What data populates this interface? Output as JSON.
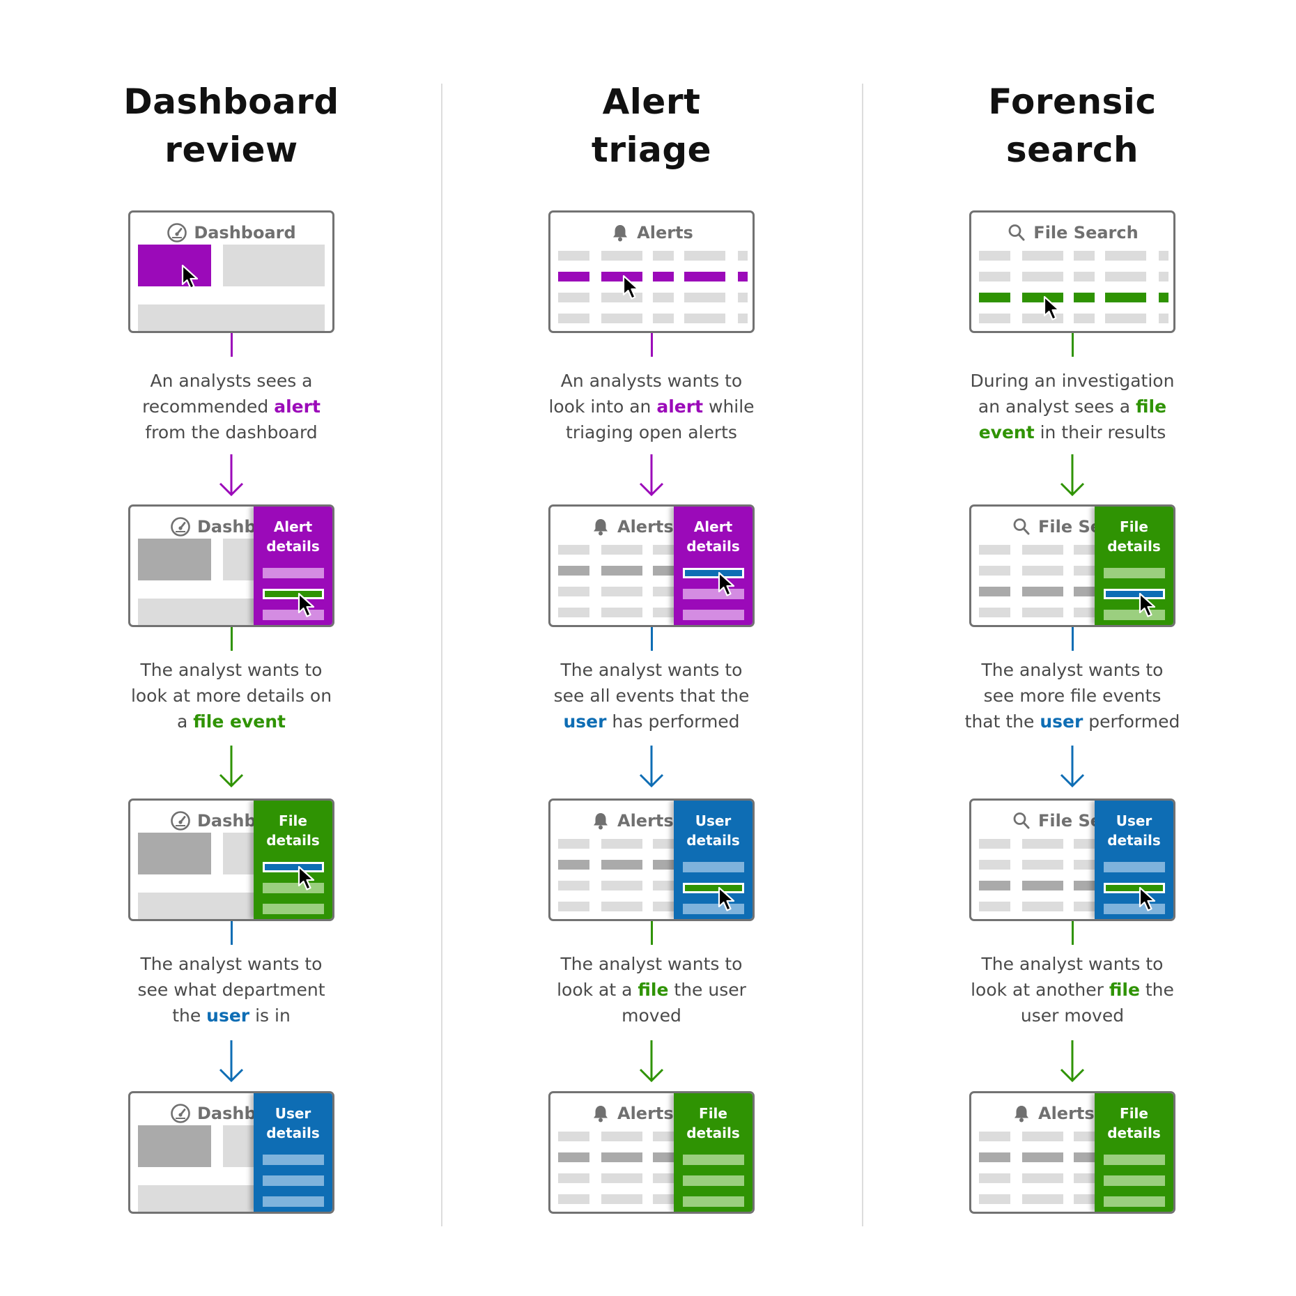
{
  "colors": {
    "purple": "#9b0ab9",
    "purple_light": "#d48ce2",
    "green": "#2f9303",
    "green_light": "#9bcf7f",
    "blue": "#0e6db4",
    "blue_light": "#7fb3dc",
    "gray_light": "#dcdcdc",
    "gray_dark": "#aaaaaa",
    "frame_border": "#727272",
    "caption_text": "#4a4a4a"
  },
  "columns": [
    {
      "title": [
        "Dashboard",
        "review"
      ],
      "steps": [
        {
          "frame": {
            "icon": "dashboard-gauge-icon",
            "label": "Dashboard",
            "layout": "dashboard",
            "highlight": "purple",
            "panel": null
          },
          "connector": "purple",
          "caption": [
            [
              {
                "t": "An analysts sees a"
              }
            ],
            [
              {
                "t": "recommended "
              },
              {
                "t": "alert",
                "c": "purple"
              }
            ],
            [
              {
                "t": "from the dashboard"
              }
            ]
          ],
          "arrow": "purple"
        },
        {
          "frame": {
            "icon": "dashboard-gauge-icon",
            "label": "Dashboard",
            "layout": "dashboard",
            "highlight": null,
            "panel": {
              "title": [
                "Alert",
                "details"
              ],
              "color": "purple",
              "selected_bar": 1,
              "selected_color": "green"
            }
          },
          "connector": "green",
          "caption": [
            [
              {
                "t": "The analyst wants to"
              }
            ],
            [
              {
                "t": "look at more details on"
              }
            ],
            [
              {
                "t": "a "
              },
              {
                "t": "file event",
                "c": "green"
              }
            ]
          ],
          "arrow": "green"
        },
        {
          "frame": {
            "icon": "dashboard-gauge-icon",
            "label": "Dashboard",
            "layout": "dashboard",
            "highlight": null,
            "panel": {
              "title": [
                "File",
                "details"
              ],
              "color": "green",
              "selected_bar": 0,
              "selected_color": "blue"
            }
          },
          "connector": "blue",
          "caption": [
            [
              {
                "t": "The analyst wants to"
              }
            ],
            [
              {
                "t": "see what department"
              }
            ],
            [
              {
                "t": "the "
              },
              {
                "t": "user",
                "c": "blue"
              },
              {
                "t": " is in"
              }
            ]
          ],
          "arrow": "blue"
        },
        {
          "frame": {
            "icon": "dashboard-gauge-icon",
            "label": "Dashboard",
            "layout": "dashboard",
            "highlight": null,
            "panel": {
              "title": [
                "User",
                "details"
              ],
              "color": "blue",
              "selected_bar": null,
              "selected_color": null
            }
          }
        }
      ]
    },
    {
      "title": [
        "Alert",
        "triage"
      ],
      "steps": [
        {
          "frame": {
            "icon": "bell-icon",
            "label": "Alerts",
            "layout": "table",
            "highlight": "purple",
            "highlight_row": 1,
            "panel": null
          },
          "connector": "purple",
          "caption": [
            [
              {
                "t": "An analysts wants to"
              }
            ],
            [
              {
                "t": "look into an "
              },
              {
                "t": "alert",
                "c": "purple"
              },
              {
                "t": " while"
              }
            ],
            [
              {
                "t": "triaging open alerts"
              }
            ]
          ],
          "arrow": "purple"
        },
        {
          "frame": {
            "icon": "bell-icon",
            "label": "Alerts",
            "layout": "table",
            "highlight": null,
            "dark_row": 1,
            "panel": {
              "title": [
                "Alert",
                "details"
              ],
              "color": "purple",
              "selected_bar": 0,
              "selected_color": "blue"
            }
          },
          "connector": "blue",
          "caption": [
            [
              {
                "t": "The analyst wants to"
              }
            ],
            [
              {
                "t": "see all events that the"
              }
            ],
            [
              {
                "t": "user",
                "c": "blue"
              },
              {
                "t": " has performed"
              }
            ]
          ],
          "arrow": "blue"
        },
        {
          "frame": {
            "icon": "bell-icon",
            "label": "Alerts",
            "layout": "table",
            "highlight": null,
            "dark_row": 1,
            "panel": {
              "title": [
                "User",
                "details"
              ],
              "color": "blue",
              "selected_bar": 1,
              "selected_color": "green"
            }
          },
          "connector": "green",
          "caption": [
            [
              {
                "t": "The analyst wants to"
              }
            ],
            [
              {
                "t": "look at a "
              },
              {
                "t": "file",
                "c": "green"
              },
              {
                "t": " the user"
              }
            ],
            [
              {
                "t": "moved"
              }
            ]
          ],
          "arrow": "green"
        },
        {
          "frame": {
            "icon": "bell-icon",
            "label": "Alerts",
            "layout": "table",
            "highlight": null,
            "dark_row": 1,
            "panel": {
              "title": [
                "File",
                "details"
              ],
              "color": "green",
              "selected_bar": null,
              "selected_color": null
            }
          }
        }
      ]
    },
    {
      "title": [
        "Forensic",
        "search"
      ],
      "steps": [
        {
          "frame": {
            "icon": "search-icon",
            "label": "File Search",
            "layout": "table",
            "highlight": "green",
            "highlight_row": 2,
            "panel": null
          },
          "connector": "green",
          "caption": [
            [
              {
                "t": "During an investigation"
              }
            ],
            [
              {
                "t": "an analyst sees a "
              },
              {
                "t": "file",
                "c": "green"
              }
            ],
            [
              {
                "t": "event",
                "c": "green"
              },
              {
                "t": " in their results"
              }
            ]
          ],
          "arrow": "green"
        },
        {
          "frame": {
            "icon": "search-icon",
            "label": "File Search",
            "layout": "table",
            "highlight": null,
            "dark_row": 2,
            "panel": {
              "title": [
                "File",
                "details"
              ],
              "color": "green",
              "selected_bar": 1,
              "selected_color": "blue"
            }
          },
          "connector": "blue",
          "caption": [
            [
              {
                "t": "The analyst wants to"
              }
            ],
            [
              {
                "t": "see more file events"
              }
            ],
            [
              {
                "t": "that the "
              },
              {
                "t": "user",
                "c": "blue"
              },
              {
                "t": " performed"
              }
            ]
          ],
          "arrow": "blue"
        },
        {
          "frame": {
            "icon": "search-icon",
            "label": "File Search",
            "layout": "table",
            "highlight": null,
            "dark_row": 2,
            "panel": {
              "title": [
                "User",
                "details"
              ],
              "color": "blue",
              "selected_bar": 1,
              "selected_color": "green"
            }
          },
          "connector": "green",
          "caption": [
            [
              {
                "t": "The analyst wants to"
              }
            ],
            [
              {
                "t": "look at another "
              },
              {
                "t": "file",
                "c": "green"
              },
              {
                "t": " the"
              }
            ],
            [
              {
                "t": "user moved"
              }
            ]
          ],
          "arrow": "green"
        },
        {
          "frame": {
            "icon": "bell-icon",
            "label": "Alerts",
            "layout": "table",
            "highlight": null,
            "dark_row": 1,
            "panel": {
              "title": [
                "File",
                "details"
              ],
              "color": "green",
              "selected_bar": null,
              "selected_color": null
            }
          }
        }
      ]
    }
  ]
}
